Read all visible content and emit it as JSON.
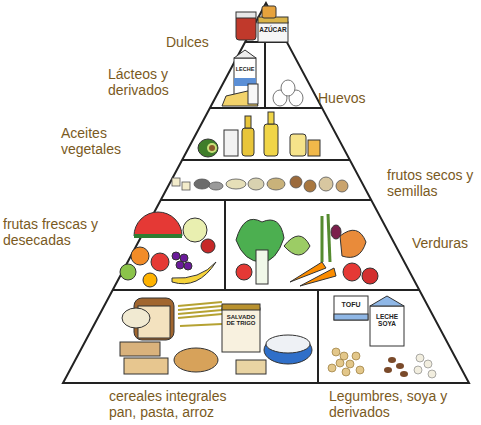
{
  "diagram": {
    "labels": [
      "Dulces",
      "AZÚCAR",
      "Lácteos y derivados",
      "LECHE",
      "Huevos",
      "Aceites vegetales",
      "frutos secos y semillas",
      "frutas frescas y desecadas",
      "Verduras",
      "TOFU",
      "LECHE SOYA",
      "SALVADO DE TRIGO",
      "cereales integrales pan, pasta, arroz",
      "Legumbres, soya y derivados"
    ]
  }
}
